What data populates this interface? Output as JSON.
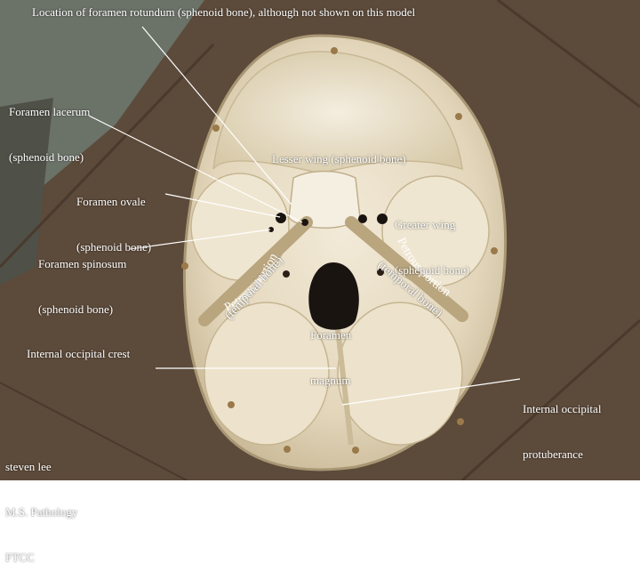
{
  "colors": {
    "background_wood": "#5c4a3a",
    "bone": "#e8dcc4",
    "label_text": "#ffffff",
    "leader_line": "#ffffff"
  },
  "labels": {
    "rotundum": "Location of foramen rotundum (sphenoid bone), although not shown on this model",
    "lacerum_line1": "Foramen lacerum",
    "lacerum_line2": "(sphenoid bone)",
    "ovale_line1": "Foramen ovale",
    "ovale_line2": "(sphenoid bone)",
    "lesser_wing": "Lesser wing (sphenoid bone)",
    "greater_wing_line1": "Greater wing",
    "greater_wing_line2": "(sphenoid bone)",
    "spinosum_line1": "Foramen spinosum",
    "spinosum_line2": "(sphenoid bone)",
    "petrous_left_line1": "Petrous portion",
    "petrous_left_line2": "(temporal bone)",
    "petrous_right_line1": "Petrous portion",
    "petrous_right_line2": "(temporal bone)",
    "magnum_line1": "Foramen",
    "magnum_line2": "magnum",
    "occipital_crest": "Internal occipital crest",
    "protuberance_line1": "Internal occipital",
    "protuberance_line2": "protuberance"
  },
  "credit": {
    "line1": "steven lee",
    "line2": "M.S. Pathology",
    "line3": "FTCC"
  }
}
